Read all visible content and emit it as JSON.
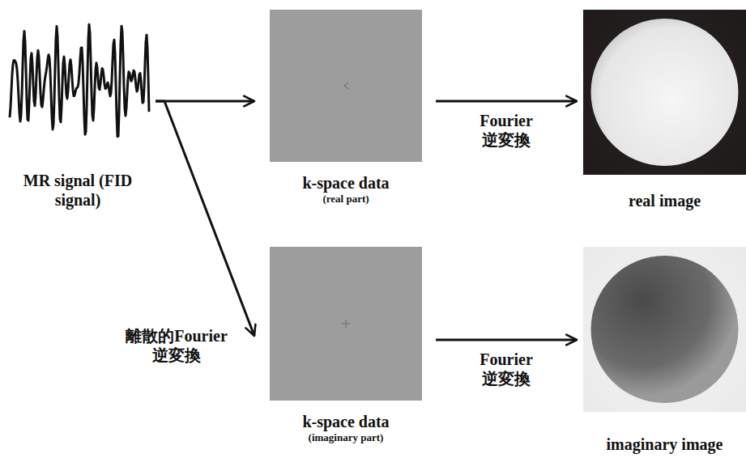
{
  "diagram": {
    "nodes": [
      {
        "text": [
          "MR signal (FID signal)"
        ]
      },
      {
        "text": [
          "k-space data",
          "(real part)"
        ]
      },
      {
        "text": [
          "real image"
        ]
      },
      {
        "text": [
          "k-space data",
          "(imaginary part)"
        ]
      },
      {
        "text": [
          "imaginary image"
        ]
      }
    ],
    "edges": [
      {
        "from": 0,
        "to": 1,
        "arrow": "to"
      },
      {
        "from": 0,
        "to": 3,
        "arrow": "to",
        "label": "離散的Fourier 逆変換"
      },
      {
        "from": 1,
        "to": 2,
        "arrow": "to",
        "label": "Fourier 逆変換"
      },
      {
        "from": 3,
        "to": 4,
        "arrow": "to",
        "label": "Fourier 逆変換"
      }
    ]
  }
}
